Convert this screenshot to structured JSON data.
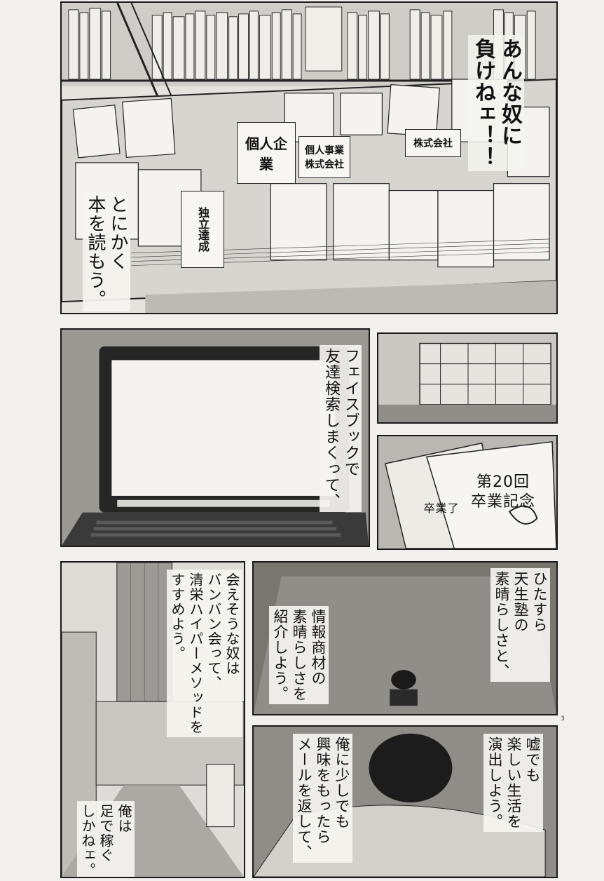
{
  "page": {
    "page_number": "3"
  },
  "panels": {
    "bookstore": {
      "speech_shout": "あんな奴に\n負けねェ！！",
      "narration": "とにかく\n本を読もう。",
      "book_titles": [
        "個人企業",
        "個人事業\n株式会社",
        "独立達成",
        "株式会社"
      ]
    },
    "laptop": {
      "narration": "フェイスブックで\n友達検索しまくって、"
    },
    "yearbook": {
      "cover_label": "第20回\n卒業記念",
      "side_label": "卒業了"
    },
    "street": {
      "narration_top": "会えそうな奴は\nバンバン会って、\n清栄ハイパーメソッドを\nすすめよう。",
      "narration_bottom": "俺は\n足で稼ぐ\nしかねェ。"
    },
    "room_top": {
      "narration_right": "ひたすら\n天生塾の\n素晴らしさと、",
      "narration_left": "情報商材の\n素晴らしさを\n紹介しよう。"
    },
    "room_bottom": {
      "narration_right": "嘘でも\n楽しい生活を\n演出しよう。",
      "narration_left": "俺に少しでも\n興味をもったら\nメールを返して、"
    }
  }
}
